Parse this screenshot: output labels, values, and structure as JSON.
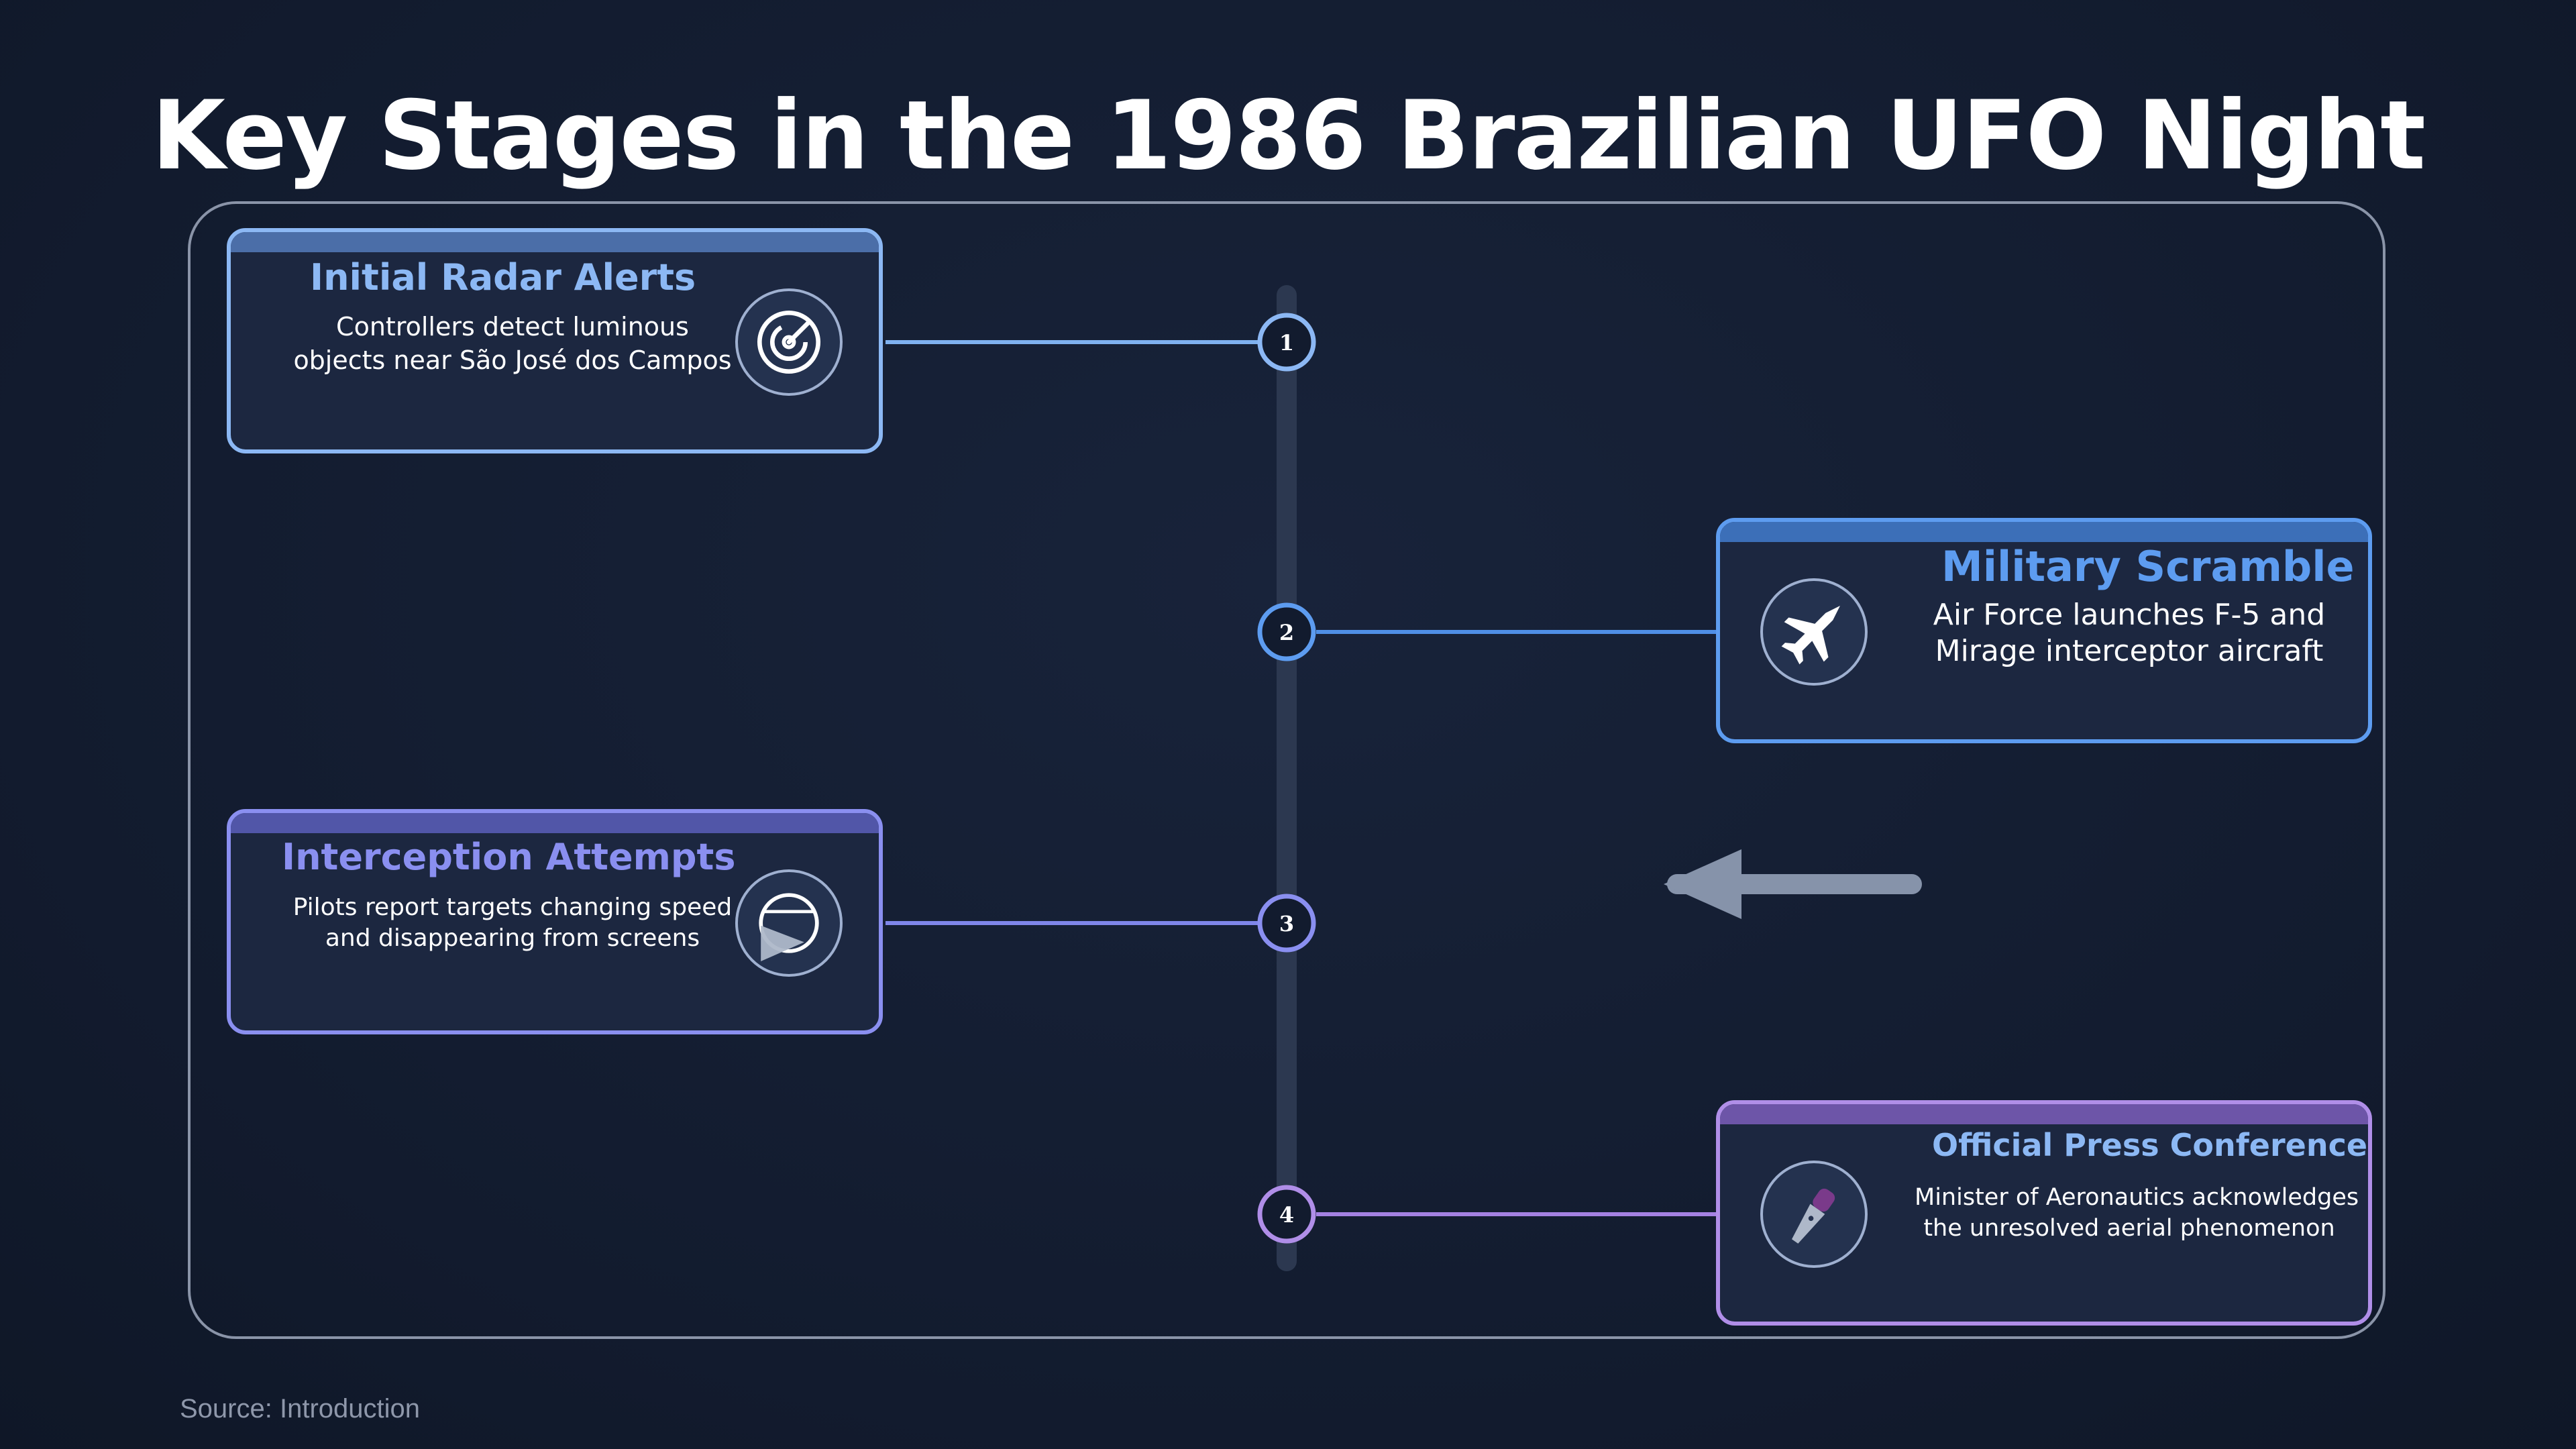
{
  "title": "Key Stages in the 1986 Brazilian UFO Night",
  "source": "Source: Introduction",
  "stages": [
    {
      "number": "1",
      "title": "Initial Radar Alerts",
      "desc_line1": "Controllers detect luminous",
      "desc_line2": "objects near São José dos Campos",
      "icon": "radar-icon",
      "color": "#8cb8f4"
    },
    {
      "number": "2",
      "title": "Military Scramble",
      "desc_line1": "Air Force launches F-5 and",
      "desc_line2": "Mirage interceptor aircraft",
      "icon": "fighter-jet-icon",
      "color": "#5d9cf0"
    },
    {
      "number": "3",
      "title": "Interception Attempts",
      "desc_line1": "Pilots report targets changing speed",
      "desc_line2": "and disappearing from screens",
      "icon": "radar-screen-icon",
      "color": "#8a8ff0"
    },
    {
      "number": "4",
      "title": "Official Press Conference",
      "desc_line1": "Minister of Aeronautics acknowledges",
      "desc_line2": "the unresolved aerial phenomenon",
      "icon": "microphone-icon",
      "color": "#b08ee8"
    }
  ]
}
